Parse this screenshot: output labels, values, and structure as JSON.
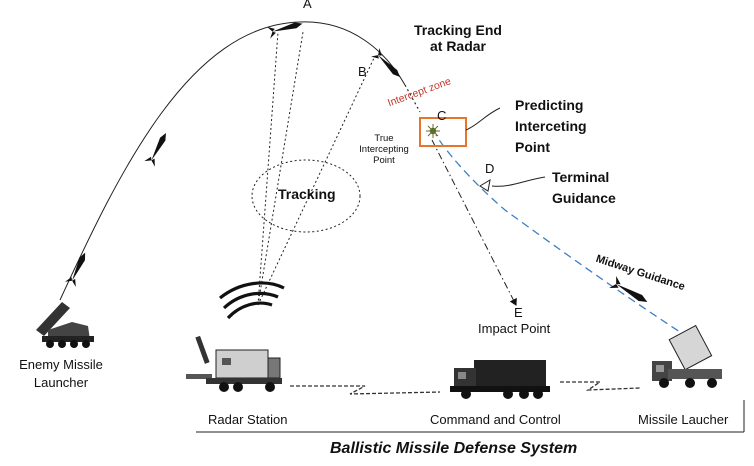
{
  "labels": {
    "point_a": "A",
    "point_b": "B",
    "point_c": "C",
    "point_d": "D",
    "point_e": "E",
    "tracking_end_line1": "Tracking End",
    "tracking_end_line2": "at Radar",
    "intercept_zone": "Intercept zone",
    "true_intercepting_line1": "True",
    "true_intercepting_line2": "Intercepting",
    "true_intercepting_line3": "Point",
    "predicting_line1": "Predicting",
    "predicting_line2": "Interceting",
    "predicting_line3": "Point",
    "tracking": "Tracking",
    "terminal_line1": "Terminal",
    "terminal_line2": "Guidance",
    "midway_guidance": "Midway Guidance",
    "impact_point": "Impact Point",
    "enemy_launcher_line1": "Enemy Missile",
    "enemy_launcher_line2": "Launcher",
    "radar_station": "Radar Station",
    "command_control": "Command and Control",
    "missile_launcher": "Missile Laucher",
    "system_title": "Ballistic Missile Defense System"
  },
  "colors": {
    "intercept_box": "#e8742a",
    "intercept_text": "#c0392b",
    "interceptor_path": "#3d7fc4",
    "line": "#222222"
  }
}
